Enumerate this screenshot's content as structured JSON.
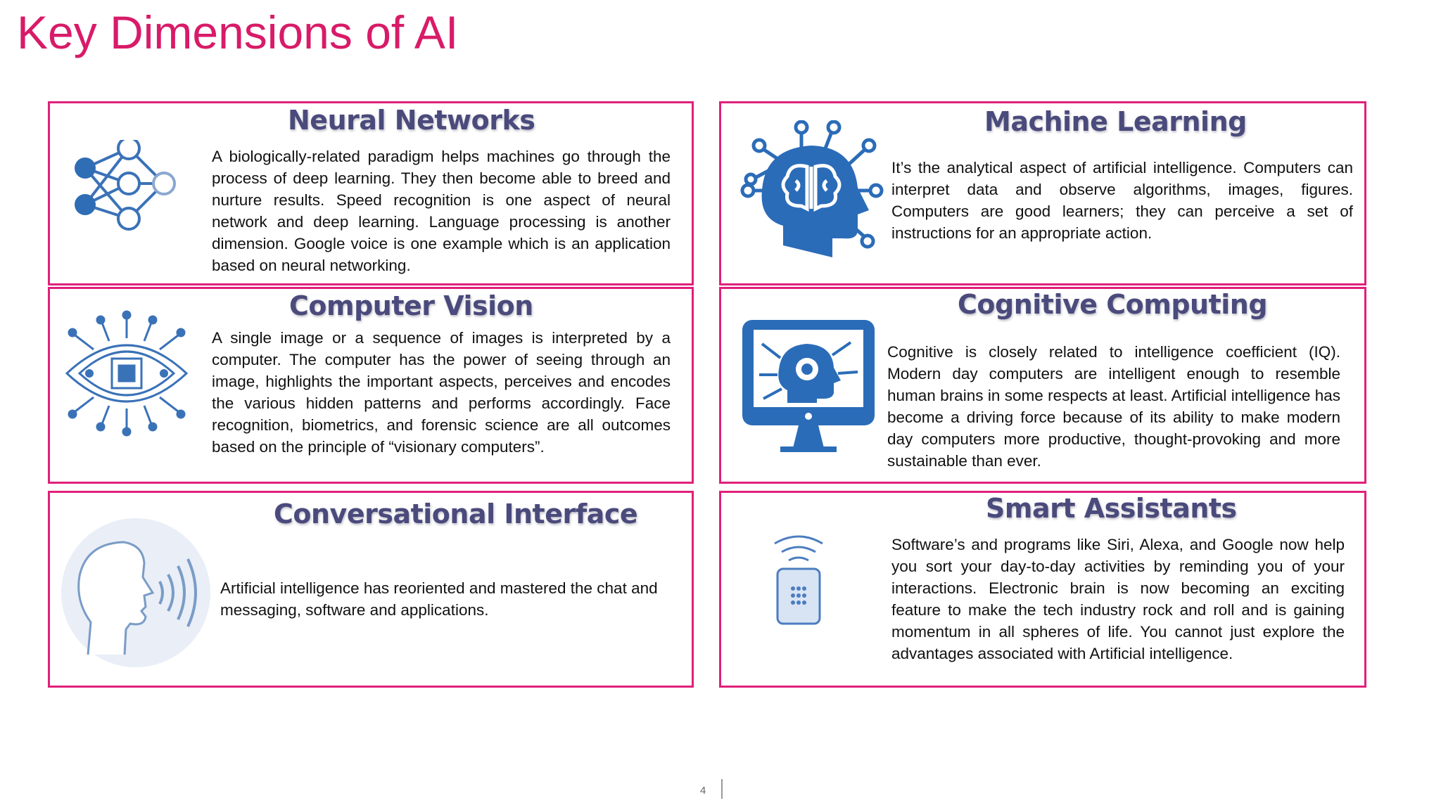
{
  "page": {
    "title": "Key Dimensions of AI",
    "number": "4"
  },
  "cards": [
    {
      "title": "Neural Networks",
      "text": "A biologically-related paradigm helps machines go through the process of deep learning. They then become able to breed and nurture results. Speed recognition is one aspect of neural network and deep learning. Language processing is another dimension. Google voice is one example which is an application based on neural networking.",
      "icon": "neural-network-icon"
    },
    {
      "title": "Machine Learning",
      "text": "It’s the analytical aspect of artificial intelligence. Computers can interpret data and observe algorithms, images, figures. Computers are good learners; they can perceive a set of instructions for an appropriate action.",
      "icon": "brain-head-icon"
    },
    {
      "title": "Computer Vision",
      "text": "A single image or a sequence of images is interpreted by a computer. The computer has the power of seeing through an image, highlights the important aspects, perceives and encodes the various hidden patterns and performs accordingly. Face recognition, biometrics, and forensic science are all outcomes based on the principle of “visionary computers”.",
      "icon": "ai-eye-icon"
    },
    {
      "title": "Cognitive Computing",
      "text": "Cognitive is closely related to intelligence coefficient (IQ). Modern day computers are intelligent enough to resemble human brains in some respects at least. Artificial intelligence has become a driving force because of its ability to make modern day computers more productive, thought-provoking and more sustainable than ever.",
      "icon": "monitor-head-gear-icon"
    },
    {
      "title": "Conversational Interface",
      "text": "Artificial intelligence has reoriented and mastered the chat and messaging, software and applications.",
      "icon": "speaking-head-icon"
    },
    {
      "title": "Smart Assistants",
      "text": "Software’s and programs like Siri, Alexa, and Google now help you sort your day-to-day activities by reminding you of your interactions. Electronic brain is now becoming an exciting feature to make the tech industry rock and roll and is gaining momentum in all spheres of life. You cannot just explore the advantages associated with Artificial intelligence.",
      "icon": "smart-speaker-icon"
    }
  ],
  "colors": {
    "accent": "#d81b68",
    "border": "#e0207a",
    "heading": "#4a4a7c",
    "icon_blue": "#2f6db5"
  }
}
